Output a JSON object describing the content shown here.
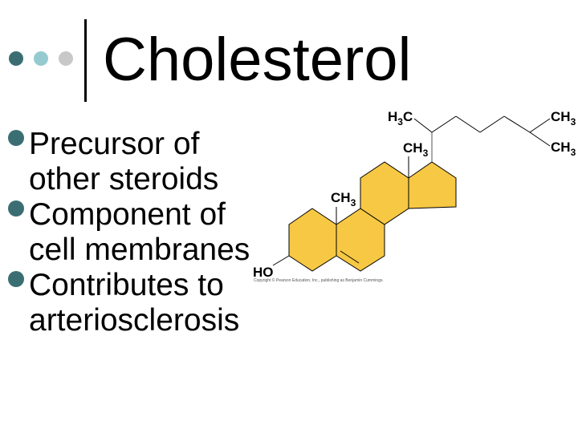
{
  "slide": {
    "title": "Cholesterol",
    "decor_dots": [
      {
        "color": "#3b6e72"
      },
      {
        "color": "#95cbd0"
      },
      {
        "color": "#c8c8c8"
      }
    ],
    "bullets": [
      {
        "text": "Precursor of other steroids"
      },
      {
        "text": "Component of cell membranes"
      },
      {
        "text": "Contributes to arteriosclerosis"
      }
    ]
  },
  "figure": {
    "name": "cholesterol-structure",
    "ring_fill": "#f7c843",
    "labels": {
      "h3c": {
        "main": "H",
        "sub": "3",
        "tail": "C"
      },
      "ch3_top_right": {
        "main": "CH",
        "sub": "3"
      },
      "ch3_right": {
        "main": "CH",
        "sub": "3"
      },
      "ch3_c13": {
        "main": "CH",
        "sub": "3"
      },
      "ch3_c10": {
        "main": "CH",
        "sub": "3"
      },
      "ho": "HO"
    },
    "copyright": "Copyright © Pearson Education, Inc., publishing as Benjamin Cummings."
  }
}
